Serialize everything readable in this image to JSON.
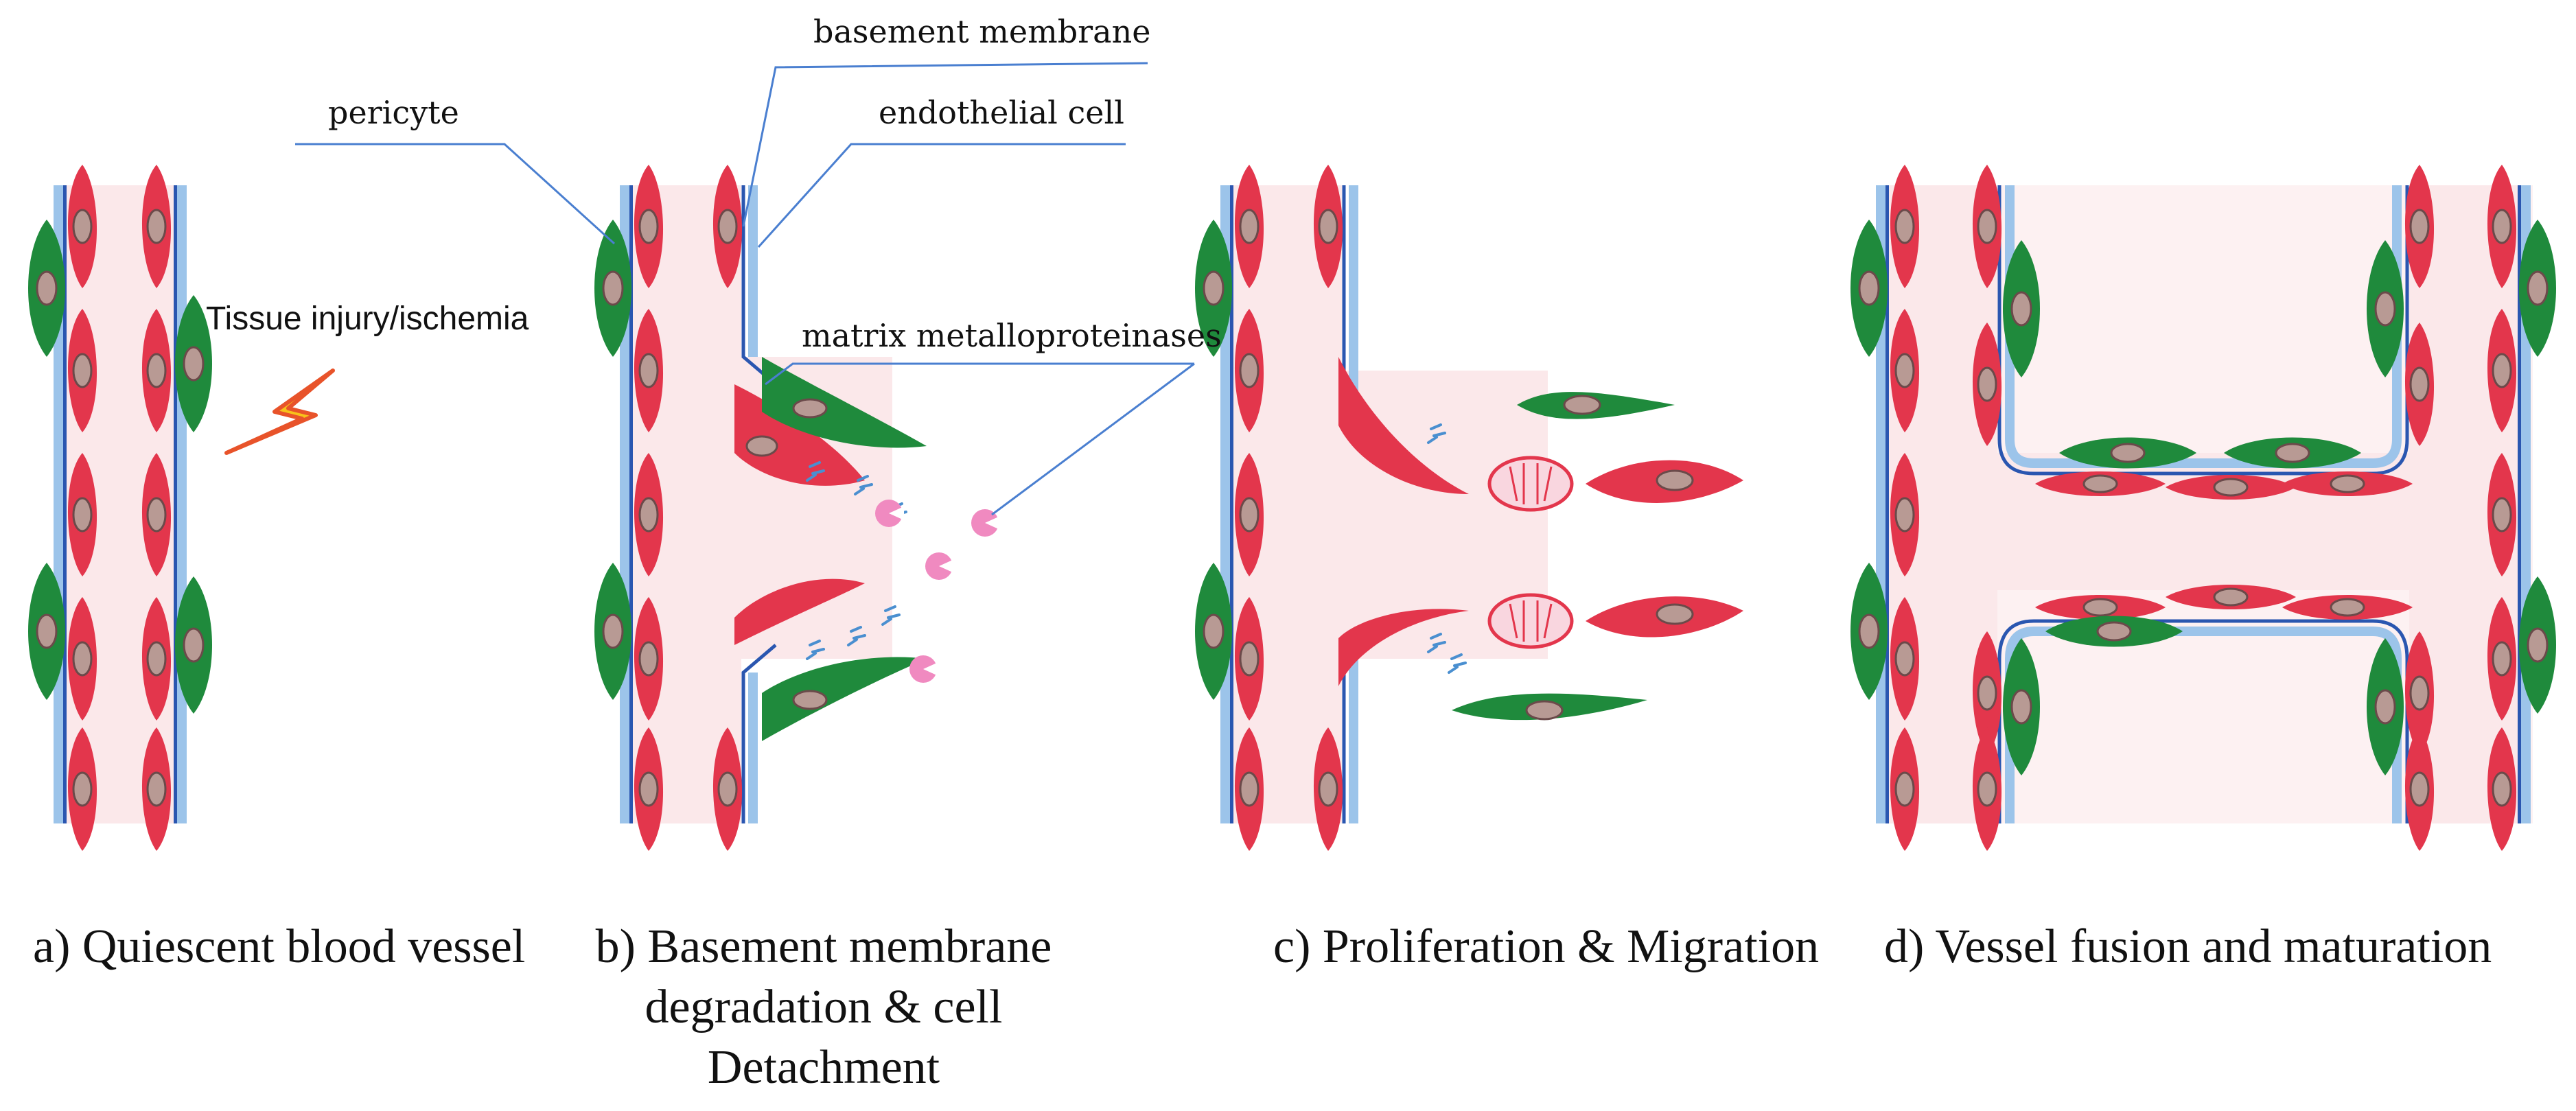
{
  "labels": {
    "basement_membrane": "basement membrane",
    "pericyte": "pericyte",
    "endothelial_cell": "endothelial cell",
    "matrix_metalloproteinases": "matrix metalloproteinases",
    "tissue_injury": "Tissue injury/ischemia"
  },
  "captions": {
    "a": "a) Quiescent blood vessel",
    "b_line1": "b) Basement membrane",
    "b_line2": "degradation & cell",
    "b_line3": "Detachment",
    "c": "c) Proliferation & Migration",
    "d": "d) Vessel fusion and maturation"
  },
  "colors": {
    "endothelial": "#e3364c",
    "pericyte": "#1f8a3c",
    "membrane": "#4a8fd0",
    "mmp": "#f08ac0",
    "nucleus": "#9a8a88",
    "leader_line": "#4a7fd0",
    "lumen": "#fbe8ea"
  }
}
